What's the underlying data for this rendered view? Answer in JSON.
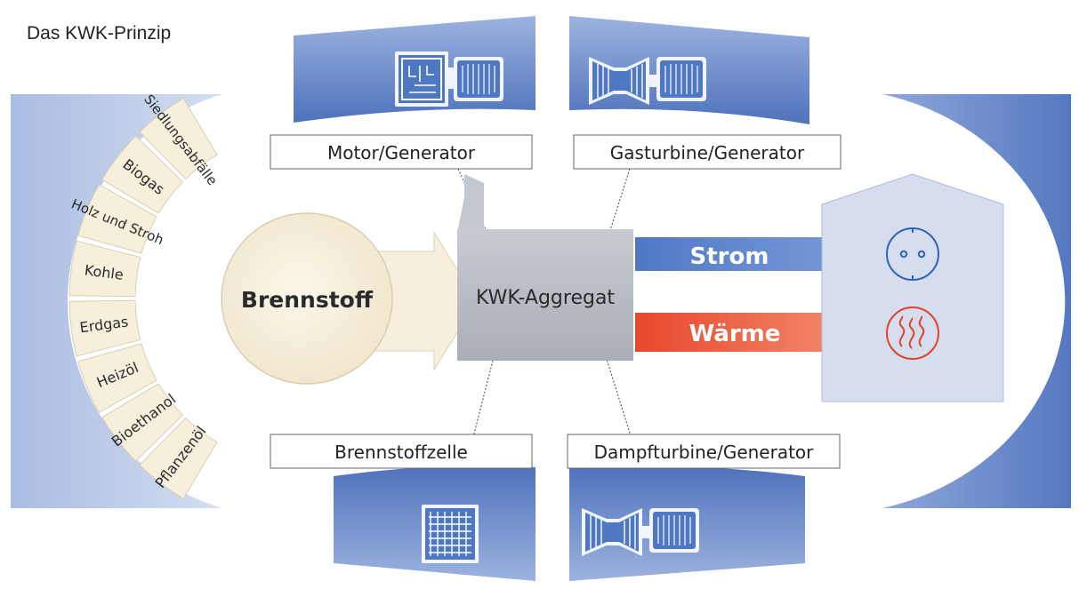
{
  "title": "Das KWK-Prinzip",
  "fuels": [
    "Pflanzenöl",
    "Bioethanol",
    "Heizöl",
    "Erdgas",
    "Kohle",
    "Holz und Stroh",
    "Biogas",
    "Siedlungsabfälle"
  ],
  "source_label": "Brennstoff",
  "unit_label": "KWK-Aggregat",
  "technologies": {
    "top_left": "Motor/Generator",
    "top_right": "Gasturbine/Generator",
    "bottom_left": "Brennstoffzelle",
    "bottom_right": "Dampfturbine/Generator"
  },
  "outputs": {
    "electricity": "Strom",
    "heat": "Wärme"
  },
  "icons": {
    "engine": "engine-generator-icon",
    "gas_turbine": "gas-turbine-generator-icon",
    "fuel_cell": "fuel-cell-icon",
    "steam_turbine": "steam-turbine-generator-icon",
    "socket": "power-socket-icon",
    "heat": "heat-waves-icon"
  },
  "colors": {
    "blue_band": "#5478C0",
    "blue_light": "#C8D4EC",
    "fuel_cream": "#F6EFDC",
    "unit_grey": "#B9BEC6",
    "strom_blue": "#4F78C4",
    "waerme_red": "#E8472B",
    "house": "#D5DDEE",
    "line_icon": "#2F63B8"
  }
}
